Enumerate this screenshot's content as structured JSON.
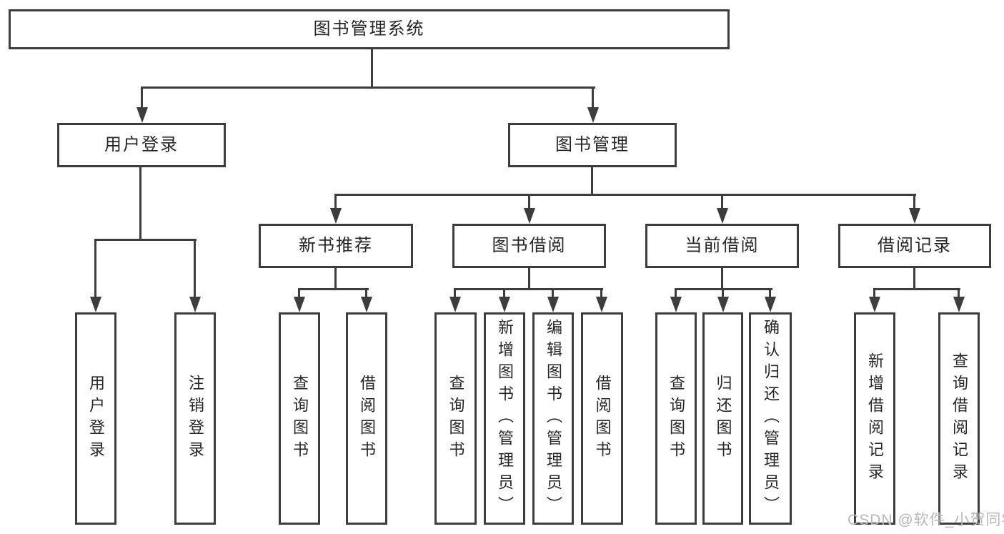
{
  "diagram_type": "tree-diagram",
  "tree": {
    "label": "图书管理系统",
    "children": [
      {
        "label": "用户登录",
        "children": [
          {
            "label": "用户登录"
          },
          {
            "label": "注销登录"
          }
        ]
      },
      {
        "label": "图书管理",
        "children": [
          {
            "label": "新书推荐",
            "children": [
              {
                "label": "查询图书"
              },
              {
                "label": "借阅图书"
              }
            ]
          },
          {
            "label": "图书借阅",
            "children": [
              {
                "label": "查询图书"
              },
              {
                "label": "新增图书（管理员）"
              },
              {
                "label": "编辑图书（管理员）"
              },
              {
                "label": "借阅图书"
              }
            ]
          },
          {
            "label": "当前借阅",
            "children": [
              {
                "label": "查询图书"
              },
              {
                "label": "归还图书"
              },
              {
                "label": "确认归还（管理员）"
              }
            ]
          },
          {
            "label": "借阅记录",
            "children": [
              {
                "label": "新增借阅记录"
              },
              {
                "label": "查询借阅记录"
              }
            ]
          }
        ]
      }
    ]
  },
  "watermark": "CSDN @软件_小贺同学",
  "colors": {
    "line": "#3d3d3d",
    "text": "#262626",
    "watermark": "#b8b8b8",
    "background": "#ffffff"
  }
}
